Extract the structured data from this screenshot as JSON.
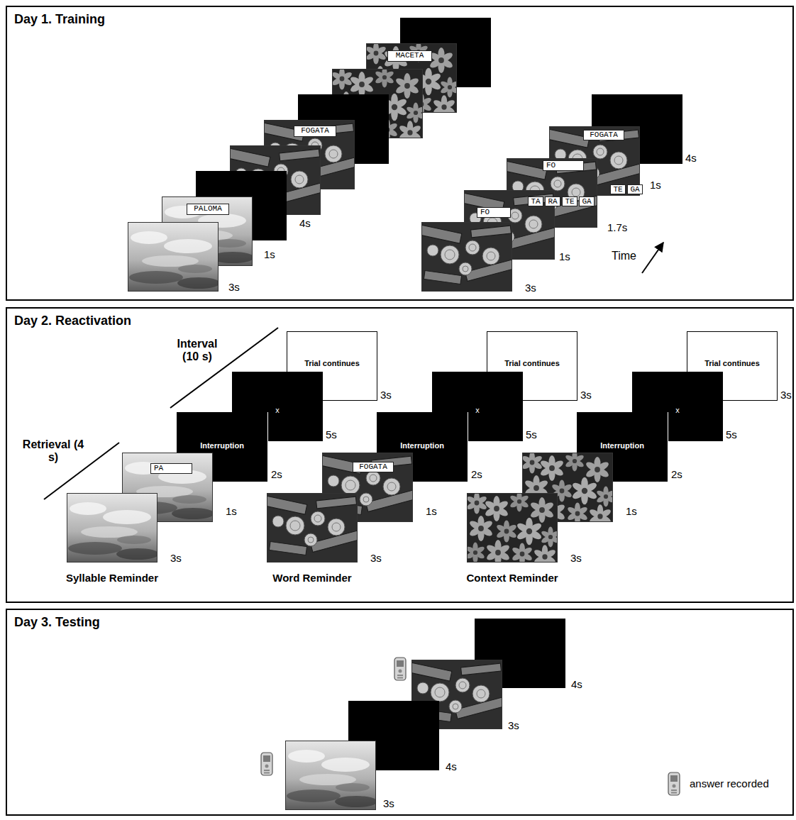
{
  "diagram": {
    "nodes": [
      {
        "text": [
          "Day 1. Training"
        ]
      },
      {
        "text": [
          "PALOMA"
        ],
        "in": 0
      },
      {
        "text": [
          "FOGATA"
        ],
        "in": 0
      },
      {
        "text": [
          "MACETA"
        ],
        "in": 0
      },
      {
        "text": [
          "FO"
        ],
        "in": 0
      },
      {
        "text": [
          "FO"
        ],
        "in": 0
      },
      {
        "text": [
          "TA"
        ],
        "in": 0
      },
      {
        "text": [
          "RA"
        ],
        "in": 0
      },
      {
        "text": [
          "TE"
        ],
        "in": 0
      },
      {
        "text": [
          "GA"
        ],
        "in": 0
      },
      {
        "text": [
          "FOGATA"
        ],
        "in": 0
      },
      {
        "text": [
          "TE"
        ],
        "in": 0
      },
      {
        "text": [
          "GA"
        ],
        "in": 0
      },
      {
        "text": [
          "Day 2. Reactivation"
        ]
      },
      {
        "text": [
          "PA"
        ],
        "in": 13
      },
      {
        "text": [
          "Interruption"
        ],
        "in": 13
      },
      {
        "text": [
          "x"
        ],
        "in": 13
      },
      {
        "text": [
          "Trial continues"
        ],
        "in": 13
      },
      {
        "text": [
          "FOGATA"
        ],
        "in": 13
      },
      {
        "text": [
          "Interruption"
        ],
        "in": 13
      },
      {
        "text": [
          "x"
        ],
        "in": 13
      },
      {
        "text": [
          "Trial continues"
        ],
        "in": 13
      },
      {
        "text": [
          "Interruption"
        ],
        "in": 13
      },
      {
        "text": [
          "x"
        ],
        "in": 13
      },
      {
        "text": [
          "Trial continues"
        ],
        "in": 13
      },
      {
        "text": [
          "Day 3. Testing"
        ]
      }
    ],
    "labels": [
      "3s",
      "1s",
      "4s",
      "3s",
      "1s",
      "1.7s",
      "1s",
      "4s",
      "Time",
      "Retrieval (4 s)",
      "Interval (10 s)",
      "3s",
      "1s",
      "2s",
      "5s",
      "3s",
      "Syllable Reminder",
      "3s",
      "1s",
      "2s",
      "5s",
      "3s",
      "Word Reminder",
      "3s",
      "1s",
      "2s",
      "5s",
      "3s",
      "Context Reminder",
      "3s",
      "4s",
      "3s",
      "4s"
    ],
    "legend": [
      {
        "text": "answer recorded"
      }
    ]
  }
}
